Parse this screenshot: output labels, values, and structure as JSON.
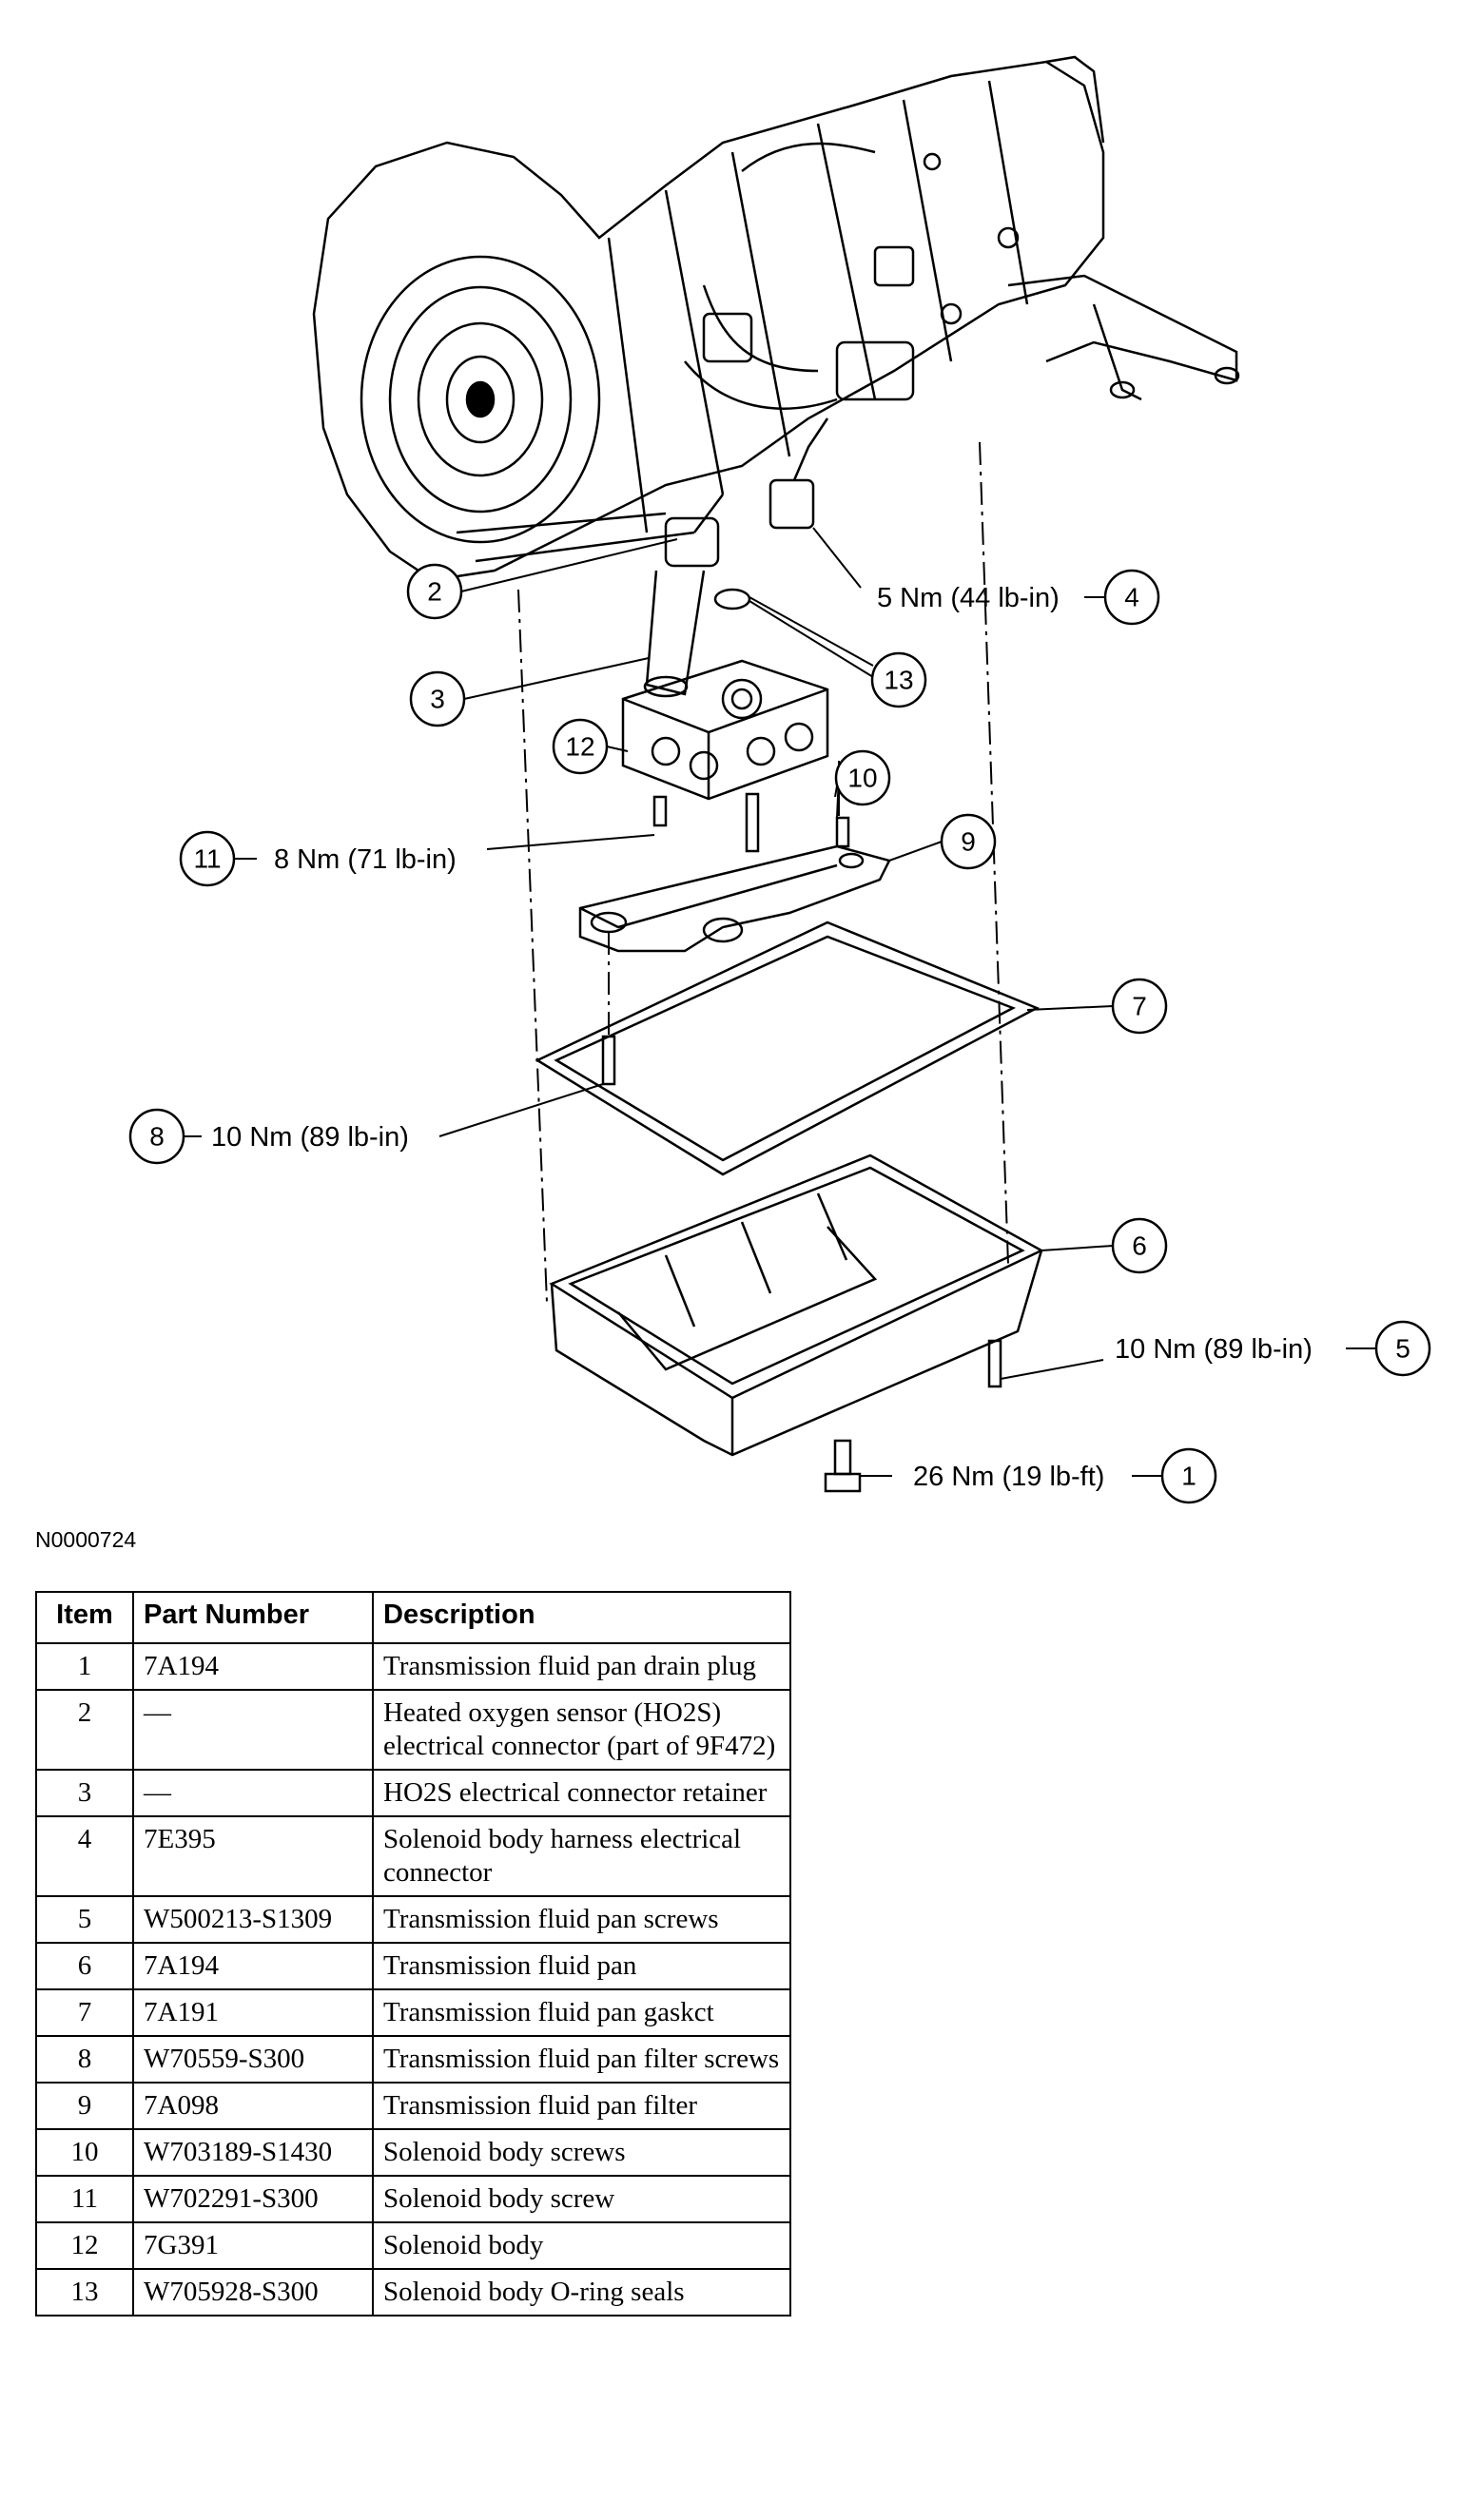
{
  "figure": {
    "id": "N0000724",
    "callouts": [
      {
        "num": "1",
        "torque": "26 Nm (19 lb-ft)"
      },
      {
        "num": "2",
        "torque": ""
      },
      {
        "num": "3",
        "torque": ""
      },
      {
        "num": "4",
        "torque": "5 Nm (44 lb-in)"
      },
      {
        "num": "5",
        "torque": "10 Nm (89 lb-in)"
      },
      {
        "num": "6",
        "torque": ""
      },
      {
        "num": "7",
        "torque": ""
      },
      {
        "num": "8",
        "torque": "10 Nm (89 lb-in)"
      },
      {
        "num": "9",
        "torque": ""
      },
      {
        "num": "10",
        "torque": ""
      },
      {
        "num": "11",
        "torque": "8 Nm (71 lb-in)"
      },
      {
        "num": "12",
        "torque": ""
      },
      {
        "num": "13",
        "torque": ""
      }
    ]
  },
  "table": {
    "headers": [
      "Item",
      "Part Number",
      "Description"
    ],
    "rows": [
      {
        "item": "1",
        "part": "7A194",
        "desc": "Transmission fluid pan drain plug"
      },
      {
        "item": "2",
        "part": "—",
        "desc": "Heated oxygen sensor (HO2S) electrical connector (part of 9F472)"
      },
      {
        "item": "3",
        "part": "—",
        "desc": "HO2S electrical connector retainer"
      },
      {
        "item": "4",
        "part": "7E395",
        "desc": "Solenoid body harness electrical connector"
      },
      {
        "item": "5",
        "part": "W500213-S1309",
        "desc": "Transmission fluid pan screws"
      },
      {
        "item": "6",
        "part": "7A194",
        "desc": "Transmission fluid pan"
      },
      {
        "item": "7",
        "part": "7A191",
        "desc": "Transmission fluid pan gaskct"
      },
      {
        "item": "8",
        "part": "W70559-S300",
        "desc": "Transmission fluid pan filter screws"
      },
      {
        "item": "9",
        "part": "7A098",
        "desc": "Transmission fluid pan filter"
      },
      {
        "item": "10",
        "part": "W703189-S1430",
        "desc": "Solenoid body screws"
      },
      {
        "item": "11",
        "part": "W702291-S300",
        "desc": "Solenoid body screw"
      },
      {
        "item": "12",
        "part": "7G391",
        "desc": "Solenoid body"
      },
      {
        "item": "13",
        "part": "W705928-S300",
        "desc": "Solenoid body O-ring seals"
      }
    ]
  }
}
